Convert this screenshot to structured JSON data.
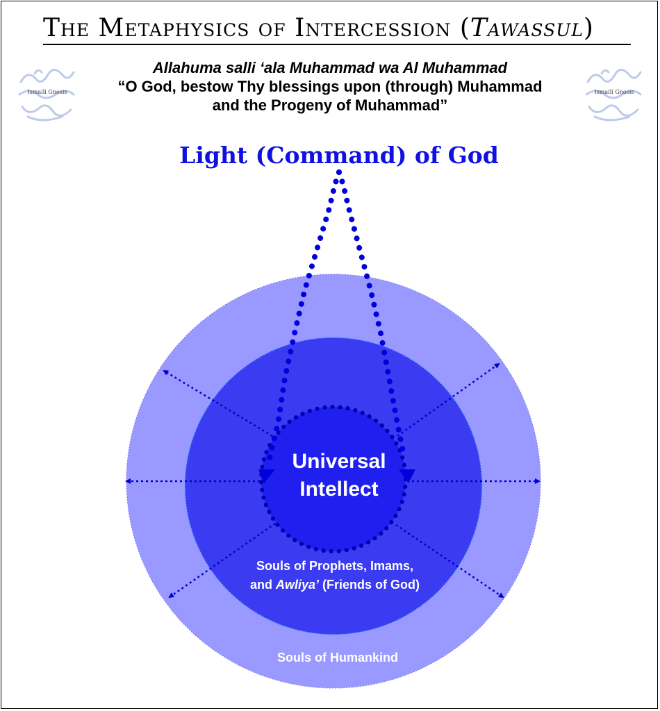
{
  "title": {
    "main": "The Metaphysics of Intercession (",
    "italic": "Tawassul",
    "close": ")"
  },
  "invocation": {
    "line1": "Allahuma salli ‘ala Muhammad wa Al Muhammad",
    "line2": "“O God, bestow Thy blessings upon (through) Muhammad",
    "line3": "and the Progeny of Muhammad”"
  },
  "watermark": {
    "label": "Ismaili Gnosis"
  },
  "diagram": {
    "source_label": "Light (Command) of God",
    "center_label_1": "Universal",
    "center_label_2": "Intellect",
    "middle_label_1": "Souls of Prophets, Imams,",
    "middle_label_2a": "and ",
    "middle_label_2b": "Awliya’",
    "middle_label_2c": " (Friends of God)",
    "outer_label": "Souls of Humankind"
  },
  "colors": {
    "outer_circle": "#9999ff",
    "middle_circle": "#3b3bf2",
    "inner_circle": "#1f1ff0",
    "dotted_stream": "#0000dd",
    "label_blue": "#1010e0"
  }
}
